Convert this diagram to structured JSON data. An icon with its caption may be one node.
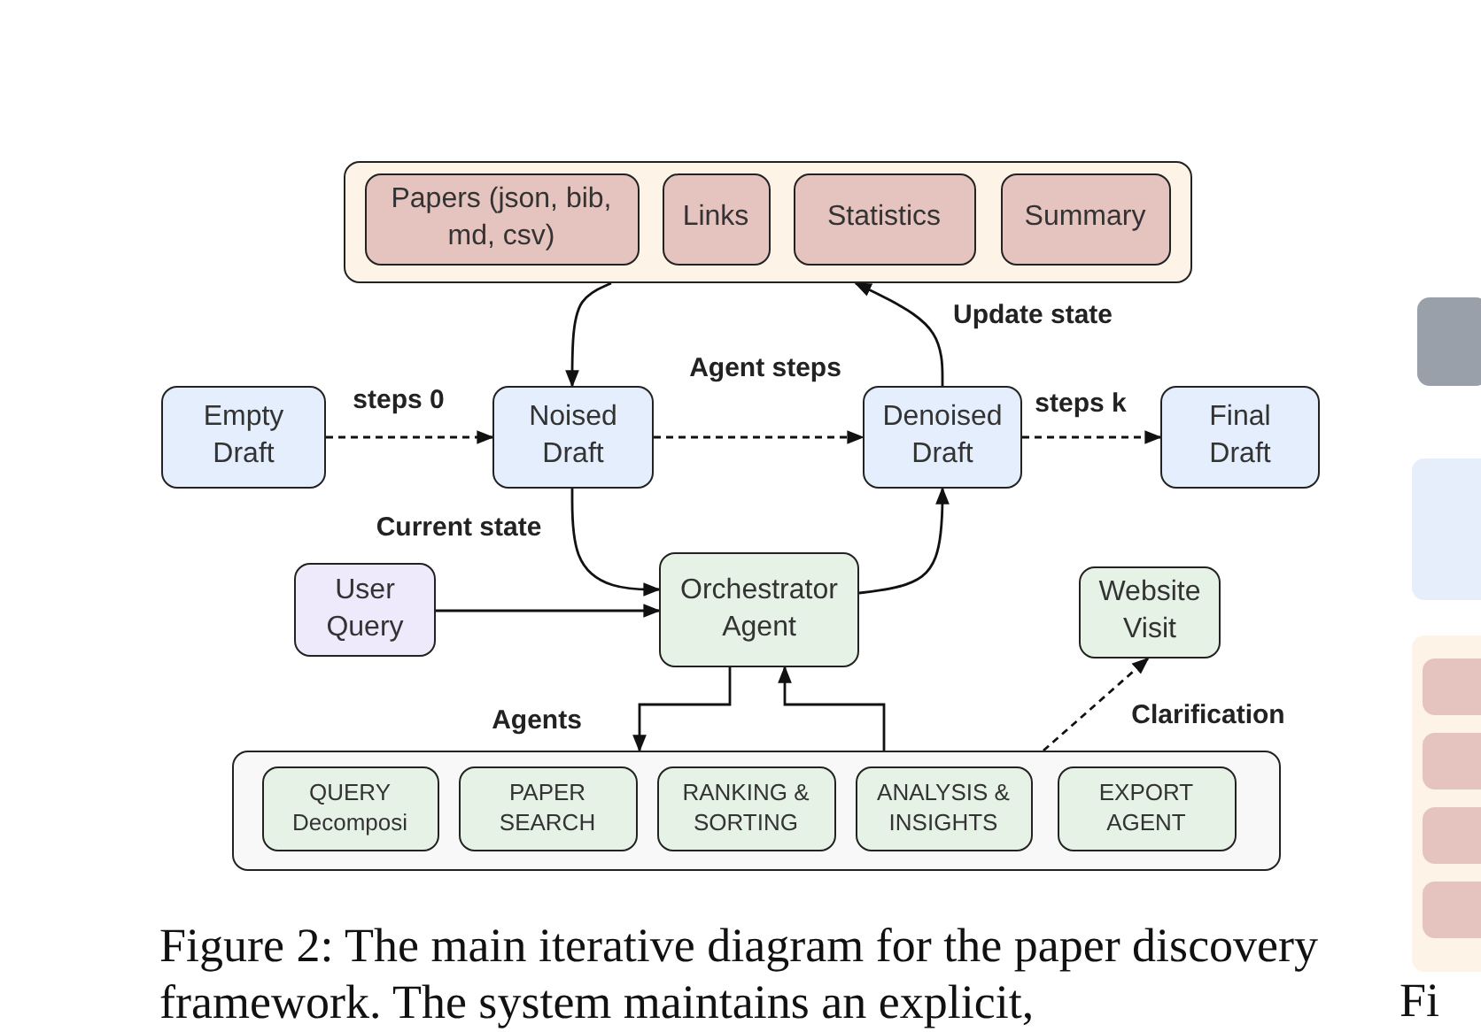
{
  "diagram": {
    "caption": "Figure 2: The main iterative diagram for the paper discovery framework. The system maintains an explicit,",
    "nodes": [
      {
        "text": [],
        "shape": "box"
      },
      {
        "text": [
          "Papers (json, bib, md, csv)"
        ],
        "in": 0
      },
      {
        "text": [
          "Links"
        ],
        "in": 0
      },
      {
        "text": [
          "Statistics"
        ],
        "in": 0
      },
      {
        "text": [
          "Summary"
        ],
        "in": 0
      },
      {
        "text": [
          "Empty Draft"
        ]
      },
      {
        "text": [
          "Noised Draft"
        ]
      },
      {
        "text": [
          "Denoised Draft"
        ]
      },
      {
        "text": [
          "Final Draft"
        ]
      },
      {
        "text": [
          "User Query"
        ]
      },
      {
        "text": [
          "Orchestrator Agent"
        ]
      },
      {
        "text": [
          "Website Visit"
        ]
      },
      {
        "text": [],
        "shape": "box"
      },
      {
        "text": [
          "QUERY Decomposi"
        ],
        "in": 12
      },
      {
        "text": [
          "PAPER SEARCH"
        ],
        "in": 12
      },
      {
        "text": [
          "RANKING & SORTING"
        ],
        "in": 12
      },
      {
        "text": [
          "ANALYSIS & INSIGHTS"
        ],
        "in": 12
      },
      {
        "text": [
          "EXPORT AGENT"
        ],
        "in": 12
      }
    ],
    "edges": [
      {
        "from": 5,
        "to": 6,
        "arrow": "to",
        "label": "steps 0",
        "style": "dashed"
      },
      {
        "from": 6,
        "to": 7,
        "arrow": "to",
        "label": "Agent steps",
        "style": "dashed"
      },
      {
        "from": 7,
        "to": 8,
        "arrow": "to",
        "label": "steps k",
        "style": "dashed"
      },
      {
        "from": 0,
        "to": 6,
        "arrow": "to"
      },
      {
        "from": 7,
        "to": 0,
        "arrow": "to",
        "label": "Update state"
      },
      {
        "from": 6,
        "to": 10,
        "arrow": "to",
        "label": "Current state"
      },
      {
        "from": 9,
        "to": 10,
        "arrow": "to"
      },
      {
        "from": 10,
        "to": 7,
        "arrow": "to"
      },
      {
        "from": 10,
        "to": 12,
        "arrow": "to",
        "label": "Agents"
      },
      {
        "from": 12,
        "to": 10,
        "arrow": "to"
      },
      {
        "from": 12,
        "to": 11,
        "arrow": "to",
        "label": "Clarification",
        "style": "dashed"
      }
    ],
    "labels": [
      "Fi"
    ]
  }
}
